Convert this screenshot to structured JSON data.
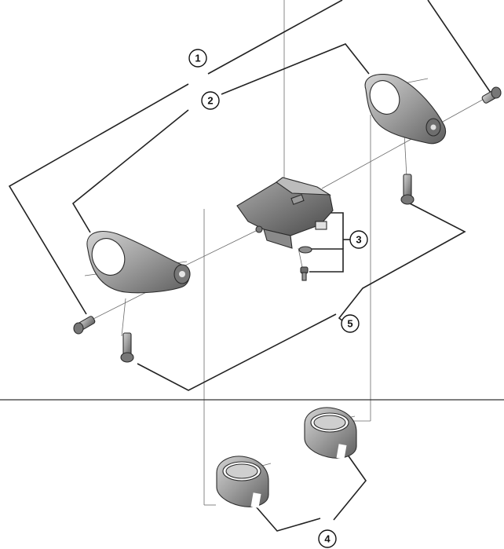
{
  "callouts": [
    {
      "id": "1",
      "label": "1"
    },
    {
      "id": "2",
      "label": "2"
    },
    {
      "id": "3",
      "label": "3"
    },
    {
      "id": "4",
      "label": "4"
    },
    {
      "id": "5",
      "label": "5"
    }
  ],
  "colors": {
    "line": "#222222",
    "part_dark": "#6e6e6e",
    "part_mid": "#9a9a9a",
    "part_light": "#cfcfcf"
  }
}
